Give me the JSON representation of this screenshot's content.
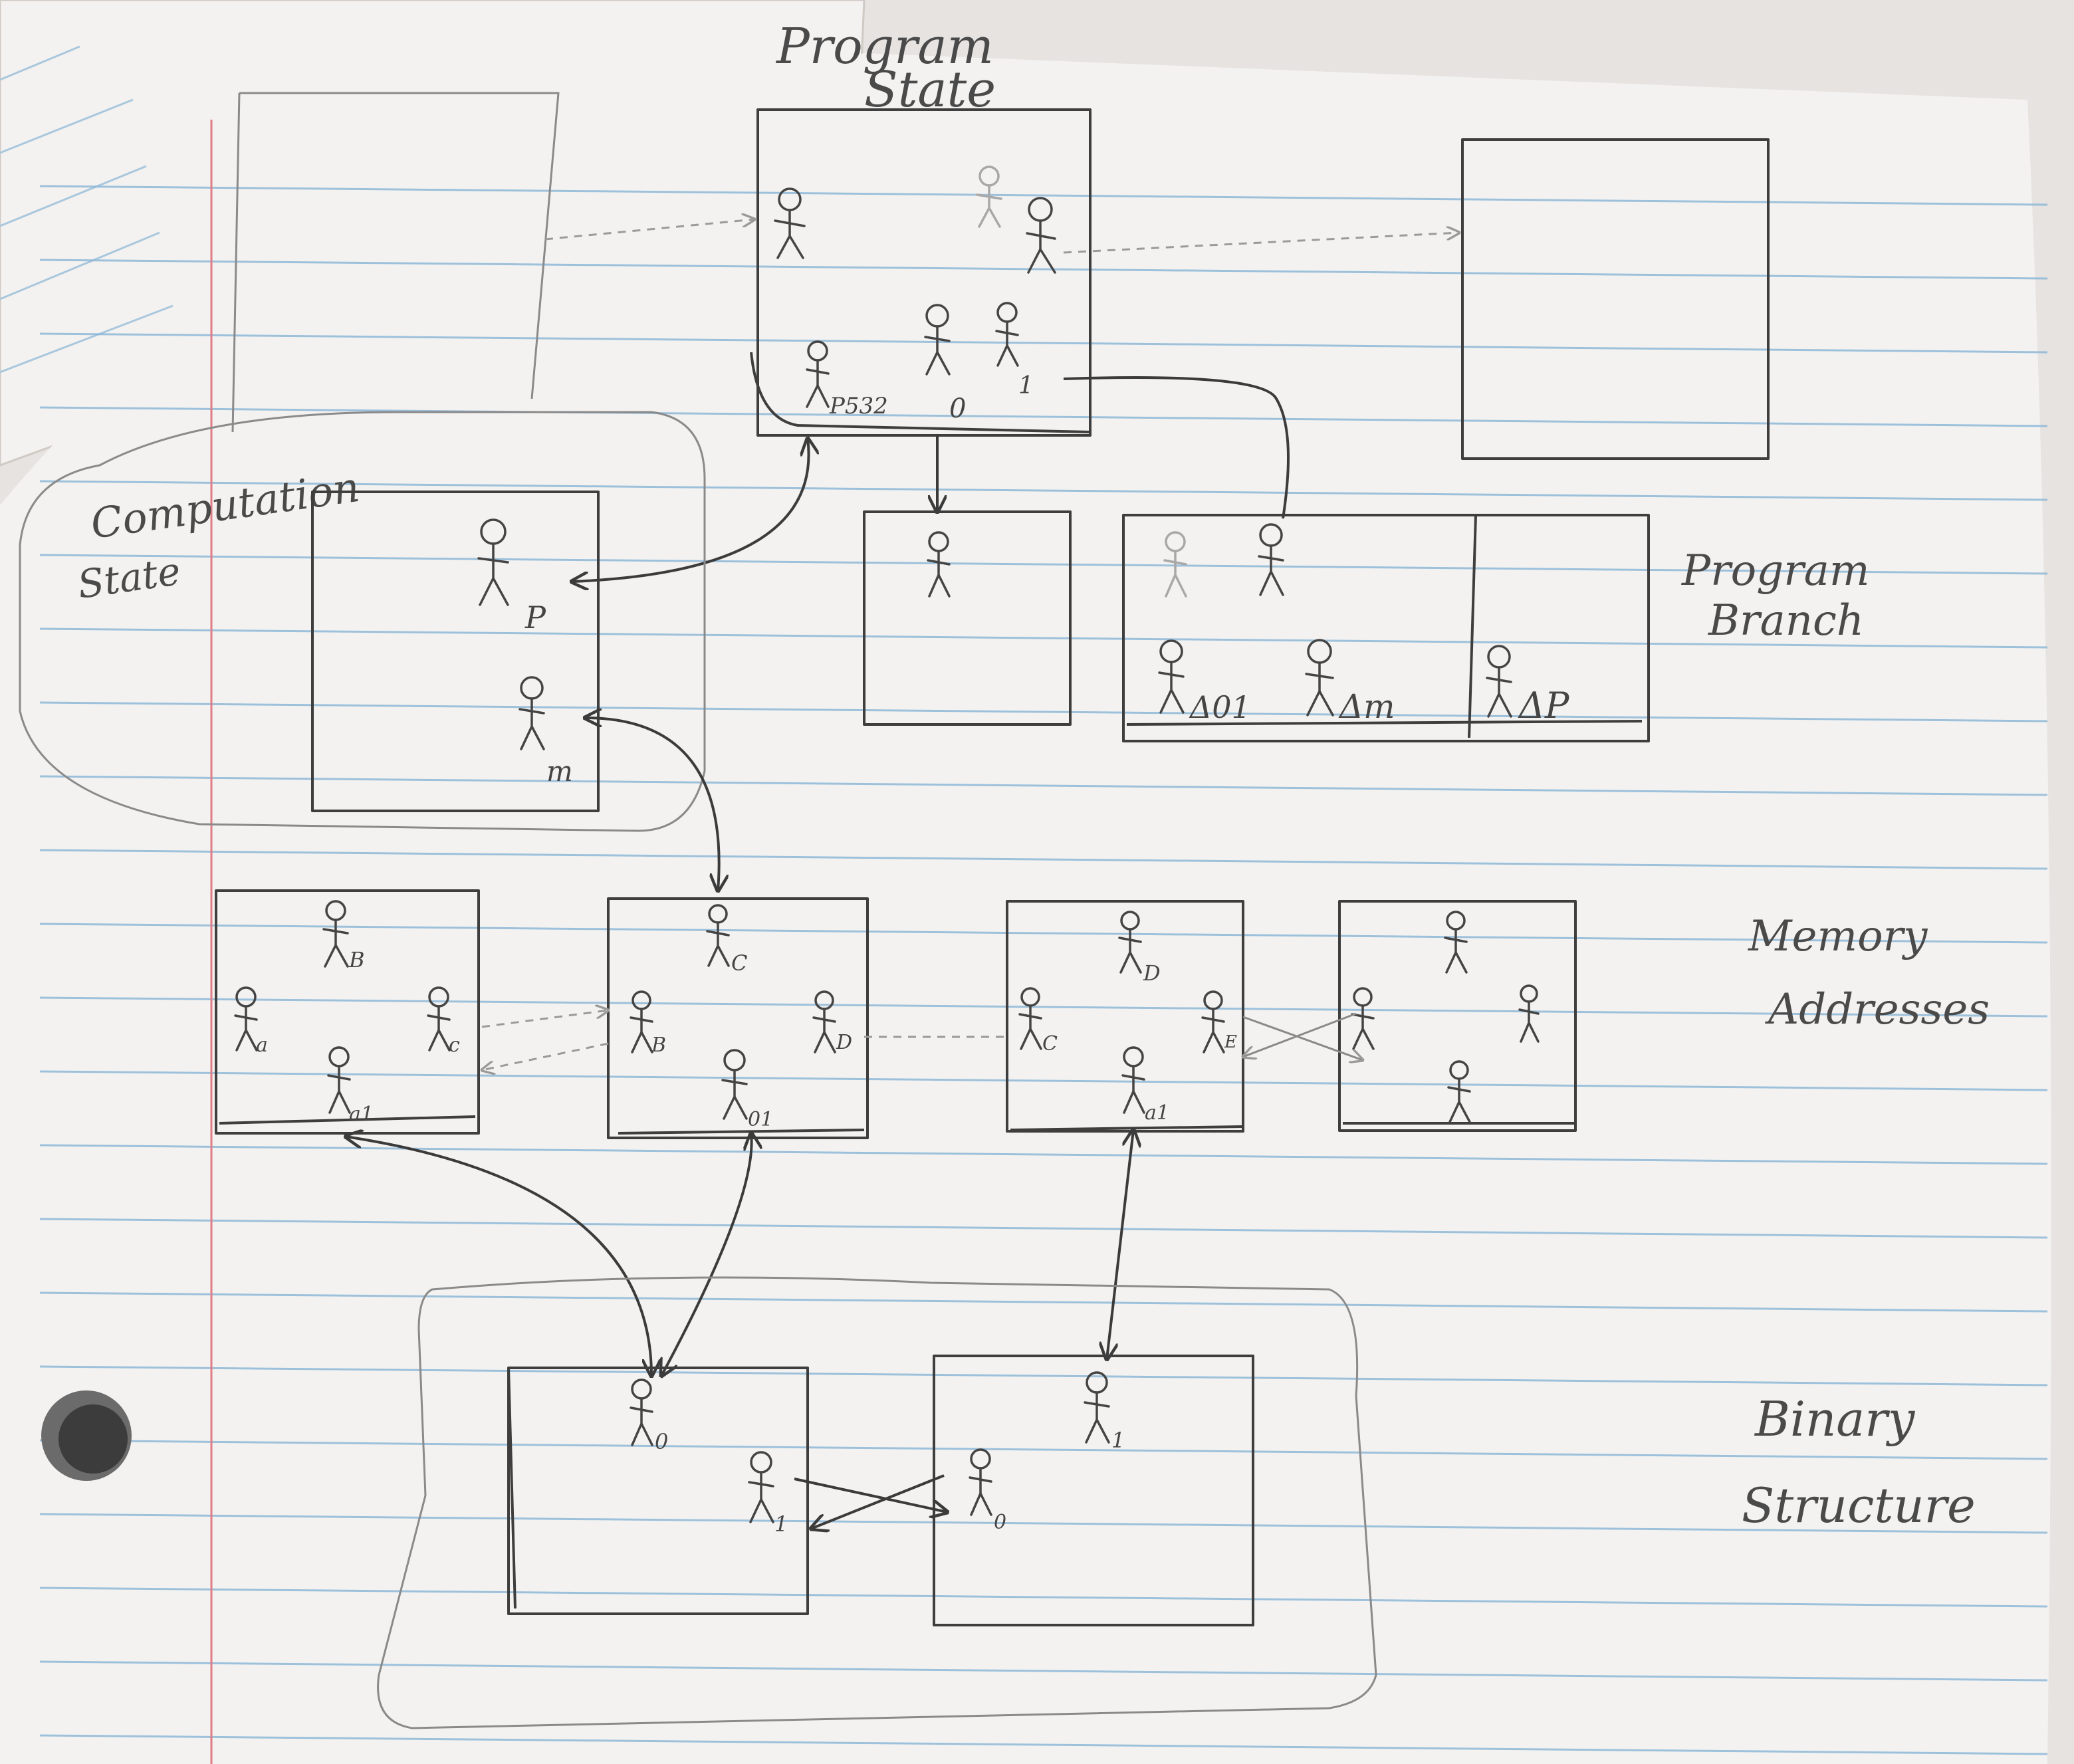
{
  "labels": {
    "program_state": [
      "Program",
      "State"
    ],
    "computation_state": [
      "Computation",
      "State"
    ],
    "program_branch": [
      "Program",
      "Branch"
    ],
    "memory_addresses": [
      "Memory",
      "Addresses"
    ],
    "binary_structure": [
      "Binary",
      "Structure"
    ]
  },
  "program_state": {
    "p532": "P532",
    "zero": "0",
    "one": "1"
  },
  "computation_state": {
    "p": "P",
    "m": "m"
  },
  "program_branch": {
    "d01": "Δ01",
    "dm": "Δm",
    "dp": "ΔP"
  },
  "memory": {
    "b": "B",
    "a": "a",
    "c": "c",
    "a1": "a1",
    "c2": "C",
    "b2": "B",
    "d": "D",
    "o1": "01",
    "d2": "D",
    "c3": "C",
    "e": "E",
    "a2": "a1"
  },
  "binary": {
    "zero_top": "0",
    "one": "1",
    "one_top": "1",
    "zero": "0"
  }
}
